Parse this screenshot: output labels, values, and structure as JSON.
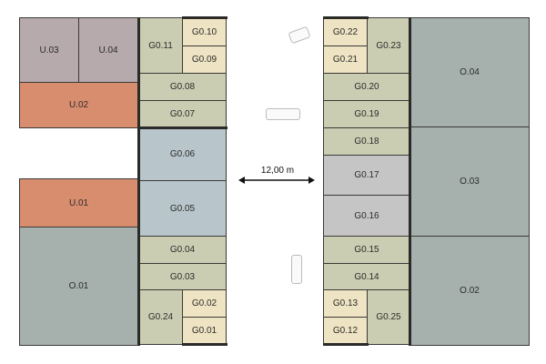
{
  "units": {
    "U03": "U.03",
    "U04": "U.04",
    "U02": "U.02",
    "U01": "U.01"
  },
  "offices": {
    "O01": "O.01",
    "O02": "O.02",
    "O03": "O.03",
    "O04": "O.04"
  },
  "garages": {
    "G01": "G0.01",
    "G02": "G0.02",
    "G03": "G0.03",
    "G04": "G0.04",
    "G05": "G0.05",
    "G06": "G0.06",
    "G07": "G0.07",
    "G08": "G0.08",
    "G09": "G0.09",
    "G10": "G0.10",
    "G11": "G0.11",
    "G12": "G0.12",
    "G13": "G0.13",
    "G14": "G0.14",
    "G15": "G0.15",
    "G16": "G0.16",
    "G17": "G0.17",
    "G18": "G0.18",
    "G19": "G0.19",
    "G20": "G0.20",
    "G21": "G0.21",
    "G22": "G0.22",
    "G23": "G0.23",
    "G24": "G0.24",
    "G25": "G0.25"
  },
  "dimension": "12,00 m"
}
